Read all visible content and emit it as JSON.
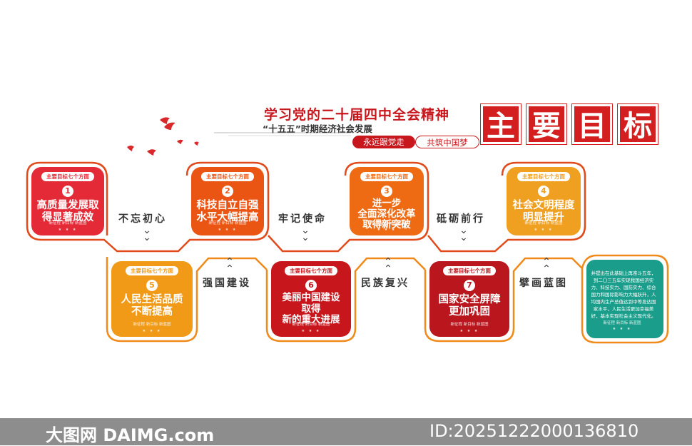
{
  "header": {
    "title": "学习党的二十届四中全会精神",
    "subtitle": "“十五五”时期经济社会发展",
    "pill_left": "永远跟党走",
    "pill_right": "共筑中国梦",
    "big_chars": [
      "主",
      "要",
      "目",
      "标"
    ]
  },
  "card_tag": "主要目标七个方面",
  "card_signature": "新征程  新目标  新蓝图",
  "card_stars": "★ ★ ★",
  "cards": [
    {
      "num": "1",
      "title": "高质量发展取\n得显著成效",
      "color": "#e52a37"
    },
    {
      "num": "2",
      "title": "科技自立自强\n水平大幅提高",
      "color": "#ea5514"
    },
    {
      "num": "3",
      "title": "进一步\n全面深化改革\n取得新突破",
      "color": "#ef6b13"
    },
    {
      "num": "4",
      "title": "社会文明程度\n明显提升",
      "color": "#f0a020"
    },
    {
      "num": "5",
      "title": "人民生活品质\n不断提高",
      "color": "#f09a18"
    },
    {
      "num": "6",
      "title": "美丽中国建设\n取得\n新的重大进展",
      "color": "#c8161d"
    },
    {
      "num": "7",
      "title": "国家安全屏障\n更加巩固",
      "color": "#b9161e"
    }
  ],
  "connectors": [
    "不忘初心",
    "牢记使命",
    "砥砺前行",
    "强国建设",
    "民族复兴",
    "擘画蓝图"
  ],
  "teal_card": {
    "text": "并提出在此基础上再奋斗五年，到二〇三五年实现我国经济实力、科技实力、国防实力、综合国力和国际影响力大幅跃升，人均国内生产总值达到中等发达国家水平，人民生活更加幸福美好，基本实现社会主义现代化。",
    "color": "#1a9e8b"
  },
  "watermark": {
    "left": "大图网 DAIMG.com",
    "right": "ID:20251222000136810"
  },
  "colors": {
    "accent_red": "#c8161d",
    "line_red": "#e14a1b",
    "line_orange": "#f08a1a",
    "teal": "#1a9e8b",
    "footer_gray": "#8d8d8d"
  }
}
